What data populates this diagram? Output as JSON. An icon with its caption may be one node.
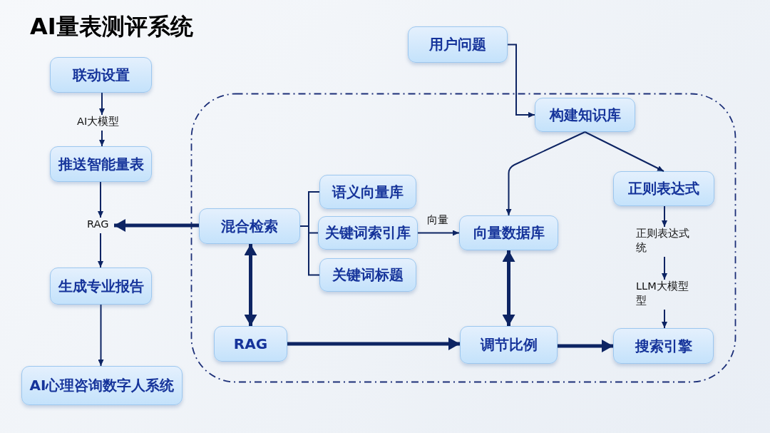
{
  "diagram": {
    "title": "AI量表测评系统",
    "nodes": [
      {
        "text": [
          "联动设置"
        ]
      },
      {
        "text": [
          "AI大模型"
        ]
      },
      {
        "text": [
          "推送智能量表"
        ]
      },
      {
        "text": [
          "RAG"
        ]
      },
      {
        "text": [
          "生成专业报告"
        ]
      },
      {
        "text": [
          "AI心理咨询数字人系统"
        ]
      },
      {
        "text": [
          "用户问题"
        ]
      },
      {
        "text": [],
        "shape": "box"
      },
      {
        "text": [
          "构建知识库"
        ],
        "in": 7
      },
      {
        "text": [
          "混合检索"
        ],
        "in": 7
      },
      {
        "text": [
          "语义向量库"
        ],
        "in": 7
      },
      {
        "text": [
          "关键词索引库"
        ],
        "in": 7
      },
      {
        "text": [
          "关键词标题"
        ],
        "in": 7
      },
      {
        "text": [
          "向量数据库"
        ],
        "in": 7
      },
      {
        "text": [
          "正则表达式"
        ],
        "in": 7
      },
      {
        "text": [
          "正则表达式统"
        ],
        "in": 7
      },
      {
        "text": [
          "LLM大模型型"
        ],
        "in": 7
      },
      {
        "text": [
          "RAG"
        ],
        "in": 7
      },
      {
        "text": [
          "调节比例"
        ],
        "in": 7
      },
      {
        "text": [
          "搜索引擎"
        ],
        "in": 7
      }
    ],
    "edges": [
      {
        "from": 0,
        "to": 1,
        "arrow": "to"
      },
      {
        "from": 1,
        "to": 2,
        "arrow": "to"
      },
      {
        "from": 2,
        "to": 3,
        "arrow": "to"
      },
      {
        "from": 3,
        "to": 4,
        "arrow": "to"
      },
      {
        "from": 4,
        "to": 5,
        "arrow": "to"
      },
      {
        "from": 9,
        "to": 3,
        "arrow": "to",
        "style": "thick"
      },
      {
        "from": 6,
        "to": 8,
        "arrow": "to"
      },
      {
        "from": 8,
        "to": 13,
        "arrow": "to"
      },
      {
        "from": 8,
        "to": 14,
        "arrow": "to"
      },
      {
        "from": 9,
        "to": 10,
        "arrow": "none"
      },
      {
        "from": 9,
        "to": 11,
        "arrow": "none"
      },
      {
        "from": 9,
        "to": 12,
        "arrow": "none"
      },
      {
        "from": 11,
        "to": 13,
        "arrow": "to",
        "label": "向量"
      },
      {
        "from": 9,
        "to": 17,
        "arrow": "both",
        "style": "thick"
      },
      {
        "from": 13,
        "to": 18,
        "arrow": "both",
        "style": "thick"
      },
      {
        "from": 17,
        "to": 18,
        "arrow": "to",
        "style": "thick"
      },
      {
        "from": 18,
        "to": 19,
        "arrow": "to",
        "style": "thick"
      },
      {
        "from": 14,
        "to": 15,
        "arrow": "to"
      },
      {
        "from": 15,
        "to": 16,
        "arrow": "to"
      },
      {
        "from": 16,
        "to": 19,
        "arrow": "to"
      }
    ]
  }
}
